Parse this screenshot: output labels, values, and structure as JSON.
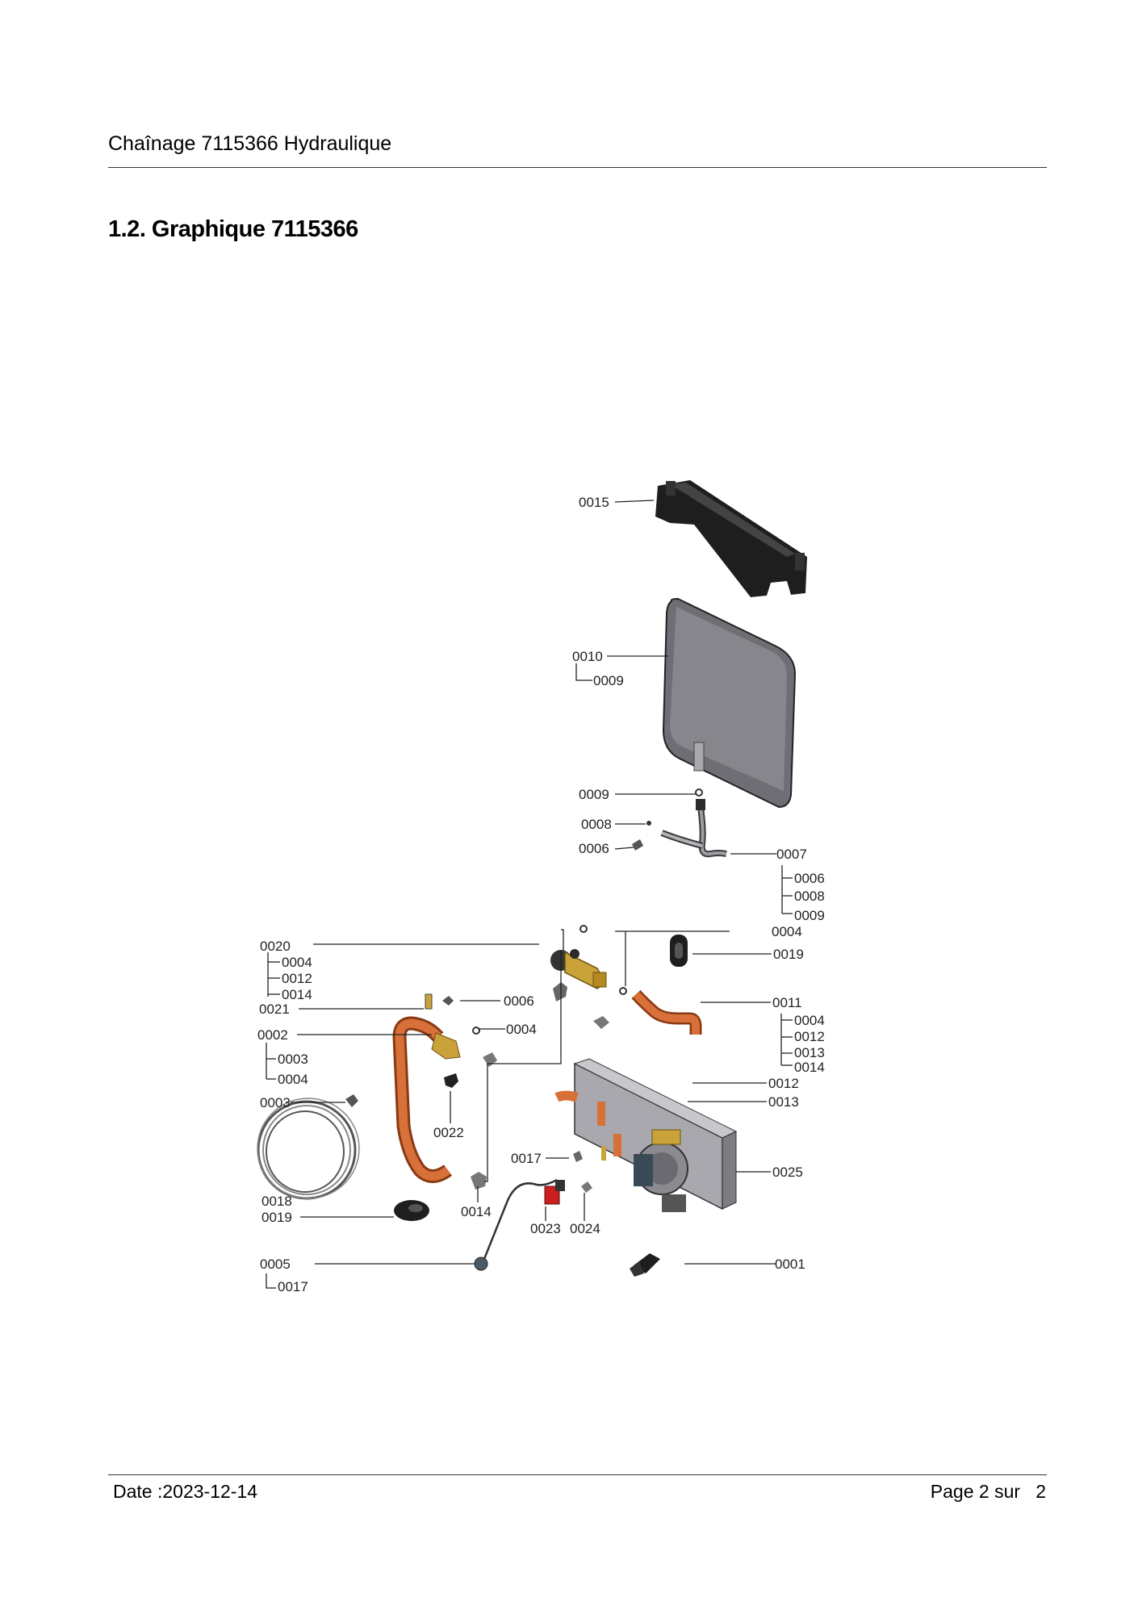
{
  "header": {
    "title": "Chaînage 7115366 Hydraulique"
  },
  "section": {
    "title": "1.2. Graphique 7115366"
  },
  "diagram": {
    "labels": {
      "l0015": "0015",
      "l0010": "0010",
      "l0009a": "0009",
      "l0009b": "0009",
      "l0008a": "0008",
      "l0006a": "0006",
      "l0007": "0007",
      "l0006b": "0006",
      "l0008b": "0008",
      "l0009c": "0009",
      "l0004a": "0004",
      "l0019a": "0019",
      "l0020": "0020",
      "l0004b": "0004",
      "l0012a": "0012",
      "l0014a": "0014",
      "l0021": "0021",
      "l0006c": "0006",
      "l0011": "0011",
      "l0004c": "0004",
      "l0012b": "0012",
      "l0013a": "0013",
      "l0014b": "0014",
      "l0002": "0002",
      "l0004d": "0004",
      "l0003a": "0003",
      "l0004e": "0004",
      "l0012c": "0012",
      "l0013b": "0013",
      "l0003b": "0003",
      "l0022": "0022",
      "l0017a": "0017",
      "l0025": "0025",
      "l0018": "0018",
      "l0019b": "0019",
      "l0014c": "0014",
      "l0023": "0023",
      "l0024": "0024",
      "l0005": "0005",
      "l0001": "0001",
      "l0017b": "0017"
    },
    "colors": {
      "copper": "#d8703a",
      "brass": "#c9a23a",
      "dark_part": "#2b2b2b",
      "vessel": "#7a7a80",
      "metal": "#9a9a9e",
      "red_valve": "#cc2020"
    }
  },
  "footer": {
    "date": "Date :2023-12-14",
    "page_prefix": "Page 2 sur",
    "page_total": "2"
  }
}
